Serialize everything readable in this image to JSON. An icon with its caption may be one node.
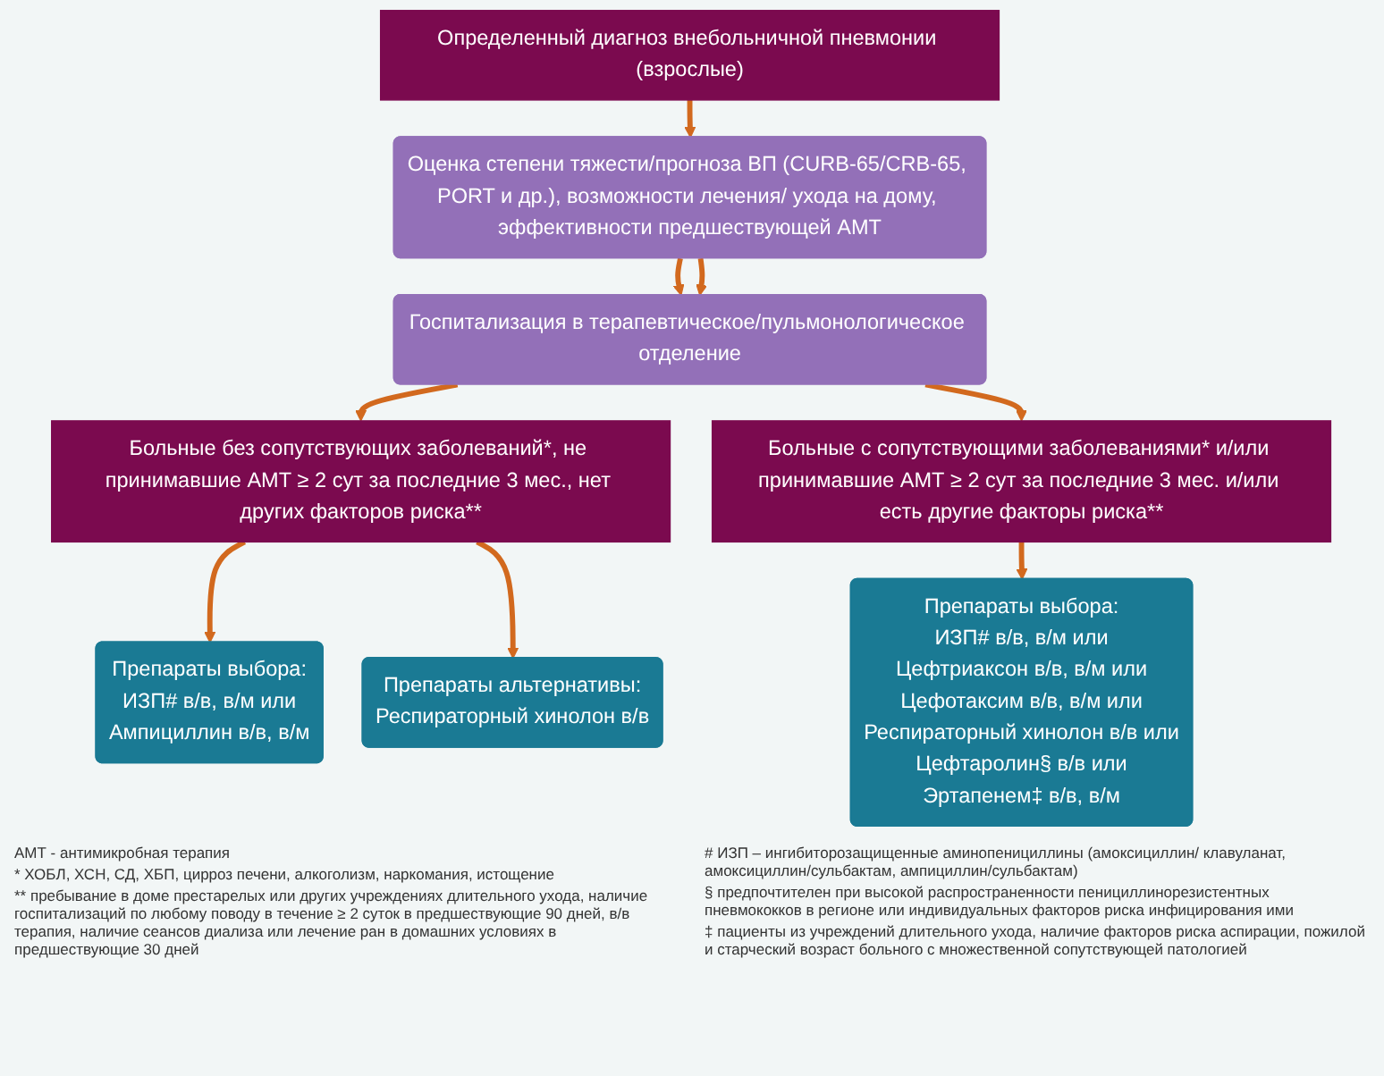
{
  "diagram": {
    "nodes": [
      {
        "text": [
          "Определенный диагноз внебольничной пневмонии (взрослые)"
        ]
      },
      {
        "text": [
          "Оценка степени тяжести/прогноза ВП (CURB-65/CRB-65, PORT и др.), возможности лечения/ ухода на дому, эффективности предшествующей АМТ"
        ]
      },
      {
        "text": [
          "Госпитализация в терапевтическое/пульмонологическое отделение"
        ]
      },
      {
        "text": [
          "Больные без сопутствующих заболеваний*, не принимавшие АМТ ≥ 2 сут за последние 3 мес., нет других факторов риска**"
        ]
      },
      {
        "text": [
          "Больные с сопутствующими заболеваниями* и/или принимавшие АМТ ≥ 2 сут за последние 3 мес. и/или есть другие факторы риска**"
        ]
      },
      {
        "text": [
          "Препараты выбора:",
          "ИЗП# в/в, в/м или",
          "Ампициллин в/в, в/м"
        ]
      },
      {
        "text": [
          "Препараты альтернативы:",
          "Респираторный хинолон в/в"
        ]
      },
      {
        "text": [
          "Препараты выбора:",
          "ИЗП# в/в, в/м или",
          "Цефтриаксон в/в, в/м или",
          "Цефотаксим в/в, в/м или",
          "Респираторный хинолон в/в или",
          "Цефтаролин§ в/в или",
          "Эртапенем‡ в/в, в/м"
        ]
      }
    ],
    "edges": [
      {
        "from": 0,
        "to": 1,
        "arrow": "to"
      },
      {
        "from": 1,
        "to": 2,
        "arrow": "to"
      },
      {
        "from": 1,
        "to": 2,
        "arrow": "to"
      },
      {
        "from": 2,
        "to": 3,
        "arrow": "to"
      },
      {
        "from": 2,
        "to": 4,
        "arrow": "to"
      },
      {
        "from": 3,
        "to": 5,
        "arrow": "to"
      },
      {
        "from": 3,
        "to": 6,
        "arrow": "to"
      },
      {
        "from": 4,
        "to": 7,
        "arrow": "to"
      }
    ],
    "labels": [
      "АМТ - антимикробная терапия",
      "* ХОБЛ, ХСН, СД, ХБП, цирроз печени, алкоголизм, наркомания, истощение",
      "** пребывание в доме престарелых или других учреждениях длительного ухода, наличие госпитализаций по любому поводу в течение ≥ 2 суток в предшествующие 90 дней, в/в терапия, наличие сеансов диализа или лечение ран в домашних условиях в предшествующие 30 дней",
      "# ИЗП – ингибиторозащищенные аминопенициллины (амоксициллин/ клавуланат, амоксициллин/сульбактам, ампициллин/сульбактам)",
      "§ предпочтителен при высокой распространенности пенициллинорезистентных пневмококков в регионе или индивидуальных факторов риска инфицирования ими",
      "‡ пациенты из учреждений длительного ухода, наличие факторов риска аспирации, пожилой и старческий возраст больного с множественной сопутствующей патологией"
    ]
  }
}
